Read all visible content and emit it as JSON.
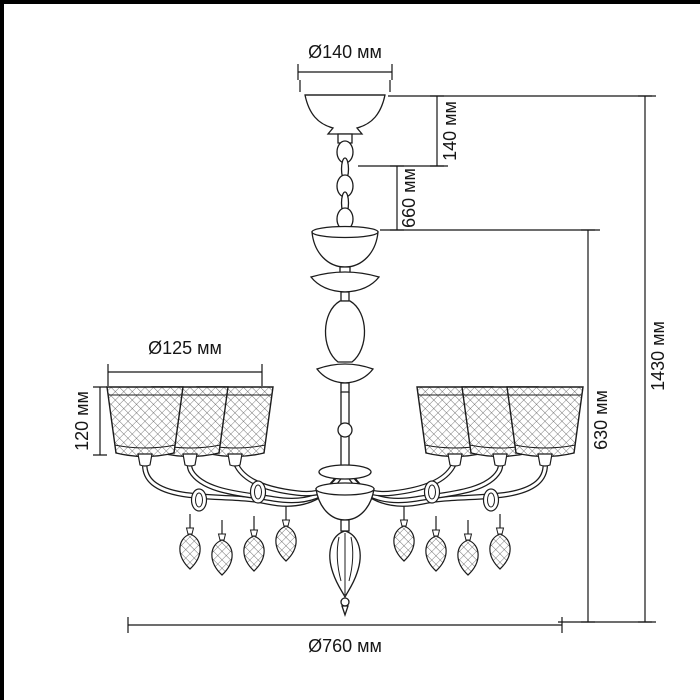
{
  "page": {
    "background": "#ffffff",
    "line_color": "#161616",
    "frame_color": "#000000"
  },
  "diagram": {
    "subject": "chandelier-dimension-drawing",
    "dimensions": {
      "canopy_diameter": "Ø140 мм",
      "canopy_height": "140 мм",
      "suspension_height": "660 мм",
      "total_height": "1430 мм",
      "body_height": "630 мм",
      "shade_diameter": "Ø125 мм",
      "shade_height": "120 мм",
      "total_diameter": "Ø760 мм"
    }
  }
}
